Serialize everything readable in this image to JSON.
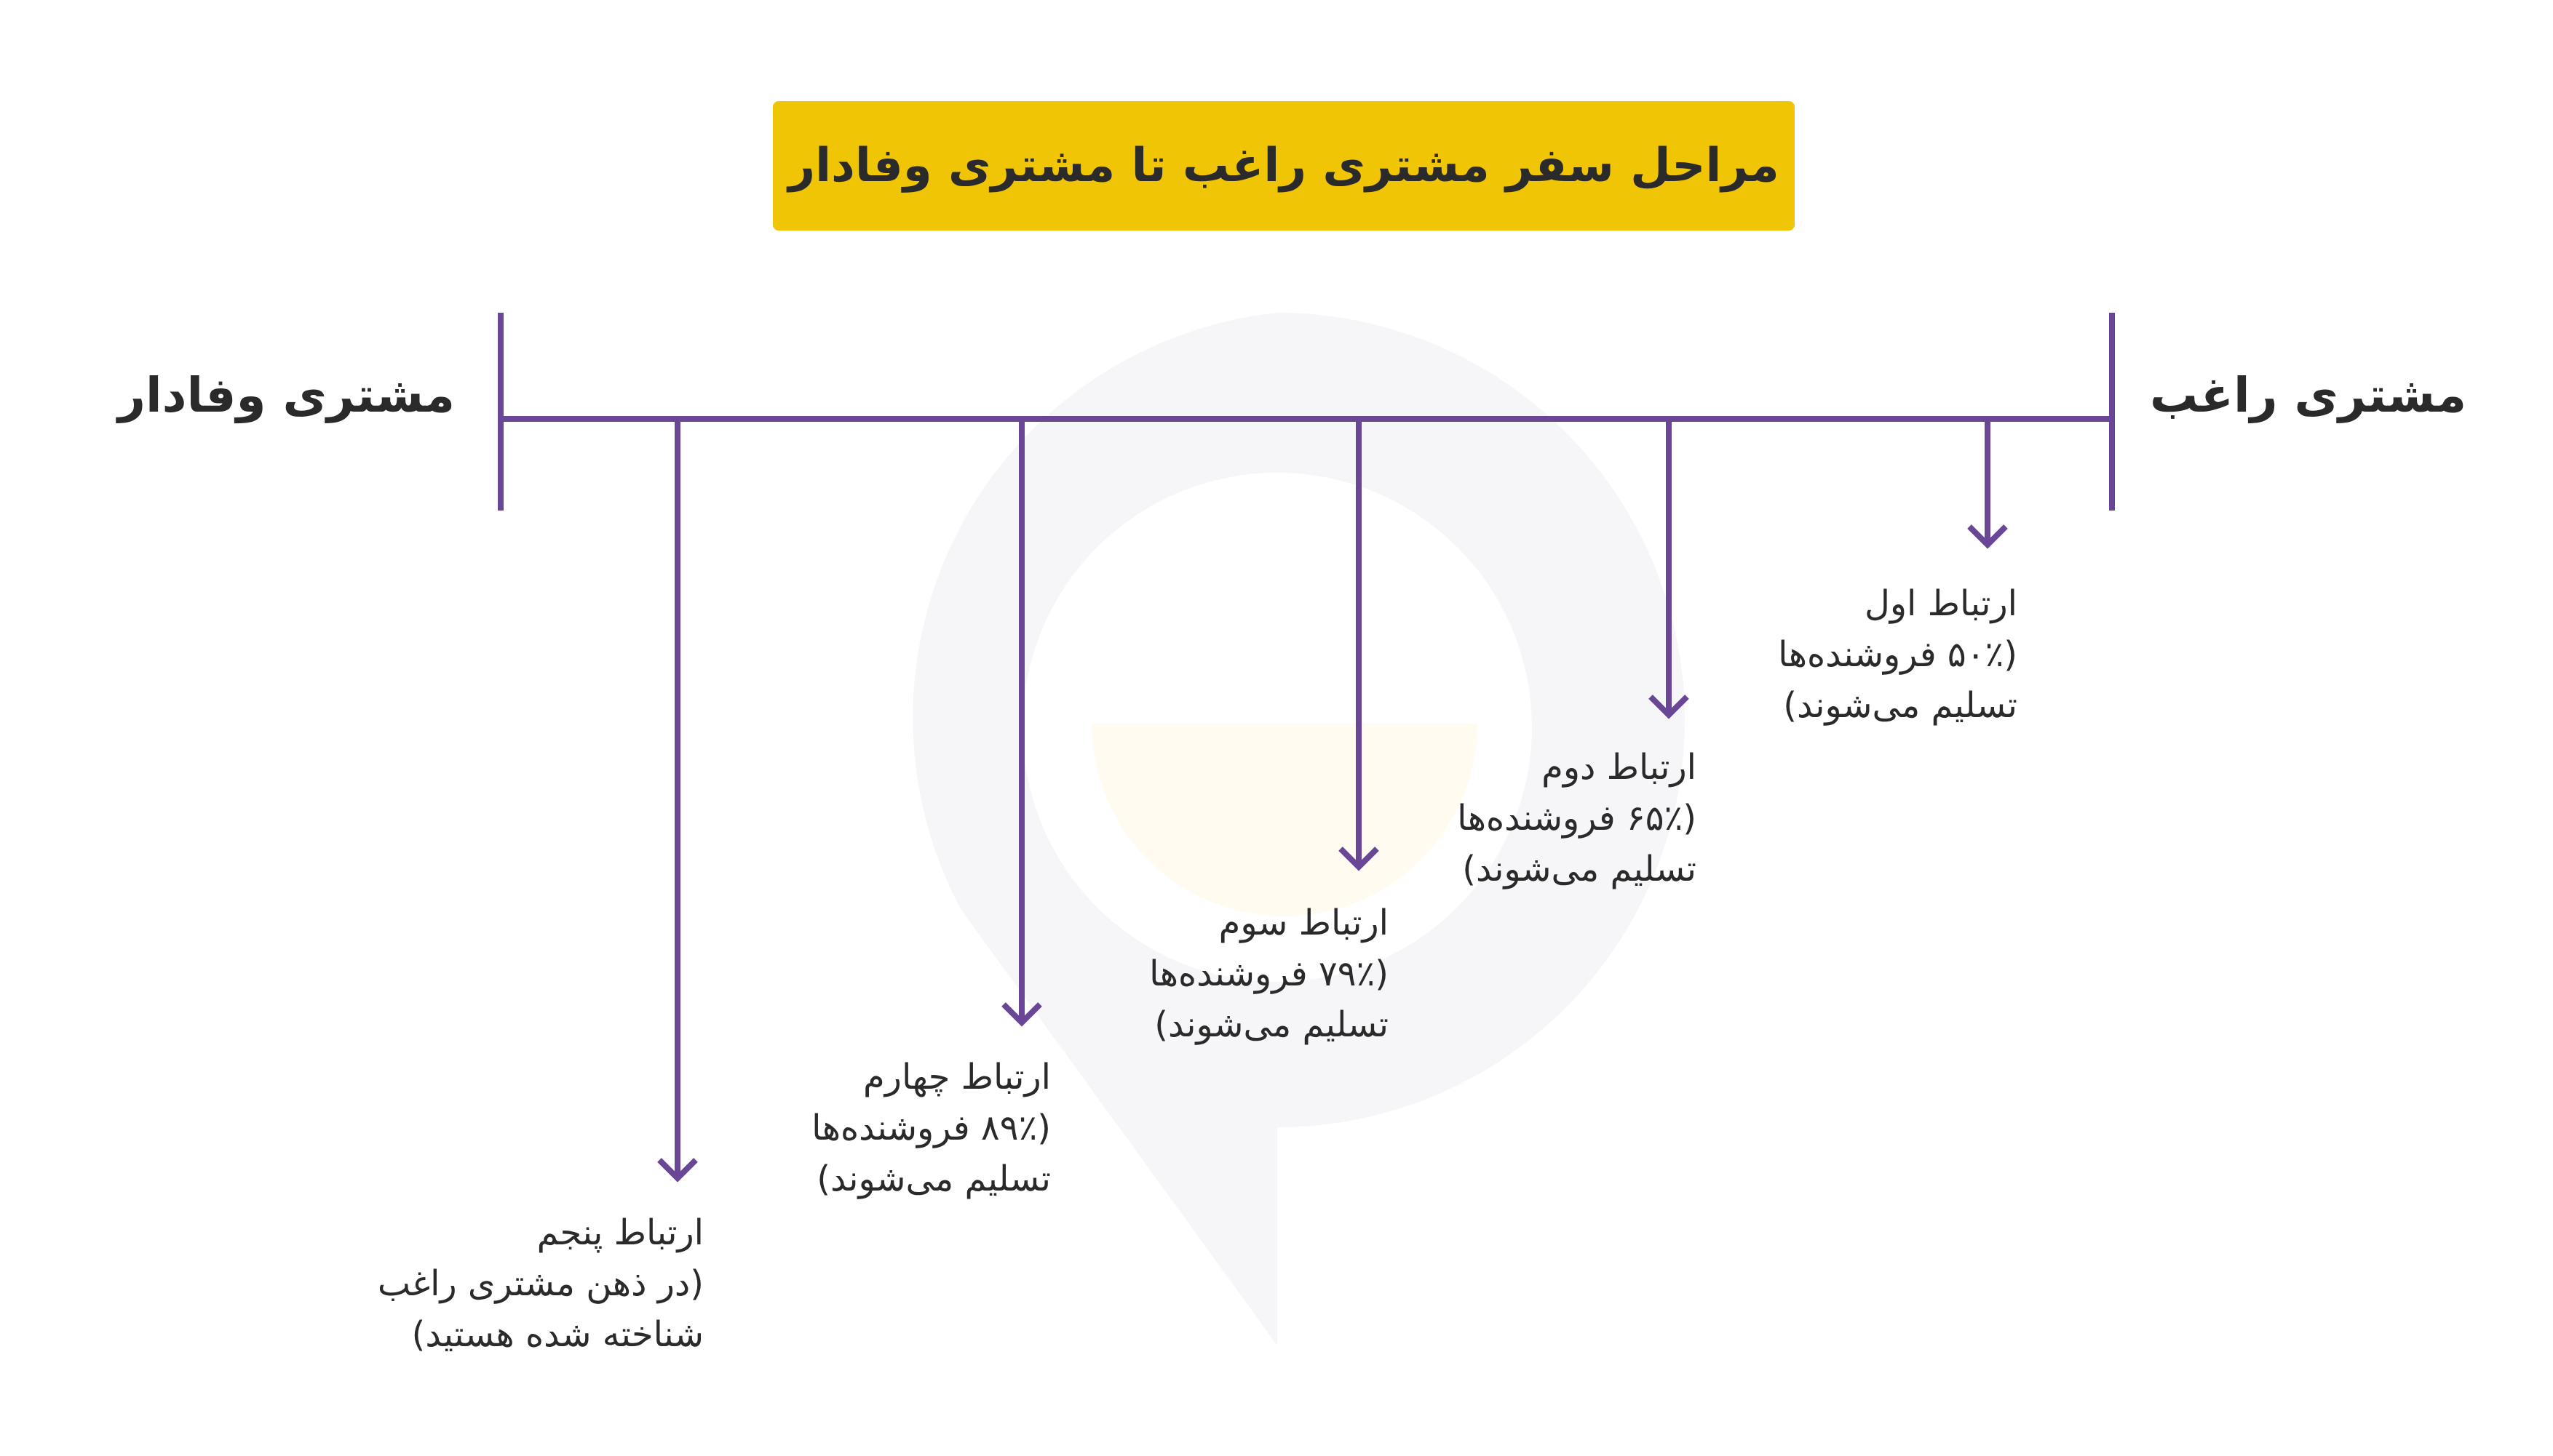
{
  "title": "مراحل سفر مشتری راغب تا مشتری وفادار",
  "start_label": "مشتری راغب",
  "end_label": "مشتری وفادار",
  "stages": [
    {
      "lines": [
        "ارتباط اول",
        "(۵۰٪ فروشنده‌ها",
        "تسلیم می‌شوند)"
      ],
      "percent": 50
    },
    {
      "lines": [
        "ارتباط دوم",
        "(۶۵٪ فروشنده‌ها",
        "تسلیم می‌شوند)"
      ],
      "percent": 65
    },
    {
      "lines": [
        "ارتباط سوم",
        "(۷۹٪ فروشنده‌ها",
        "تسلیم می‌شوند)"
      ],
      "percent": 79
    },
    {
      "lines": [
        "ارتباط چهارم",
        "(۸۹٪ فروشنده‌ها",
        "تسلیم می‌شوند)"
      ],
      "percent": 89
    },
    {
      "lines": [
        "ارتباط پنجم",
        "(در ذهن مشتری راغب",
        "شناخته شده هستید)"
      ]
    }
  ],
  "colors": {
    "accent": "#6A4796",
    "title_bg": "#F0C505",
    "text": "#2a2a2a",
    "watermark": "#F5F5F8"
  }
}
